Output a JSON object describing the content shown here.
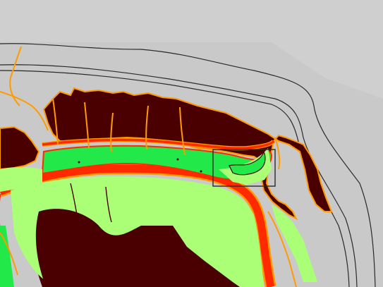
{
  "map": {
    "type": "thematic-zone-map",
    "basemap": "grey-shaded-relief",
    "has_legend": false,
    "has_text_labels": false
  },
  "colors": {
    "basemap": "#c9c9c9",
    "basemap_light": "#d4d4d4",
    "hazard_high": "#4a0000",
    "hazard_band": "#ff2a00",
    "hazard_edge": "#ff9a00",
    "zone_green": "#22e84a",
    "zone_light_green": "#aaff77",
    "contour_line": "#2a2a2a",
    "drainage": "#ff9a00"
  },
  "layers": [
    "basemap",
    "contour-lines",
    "high-hazard-zone",
    "red-hazard-band",
    "green-zone",
    "light-green-zone",
    "drainage-lines",
    "selection-rectangle"
  ]
}
